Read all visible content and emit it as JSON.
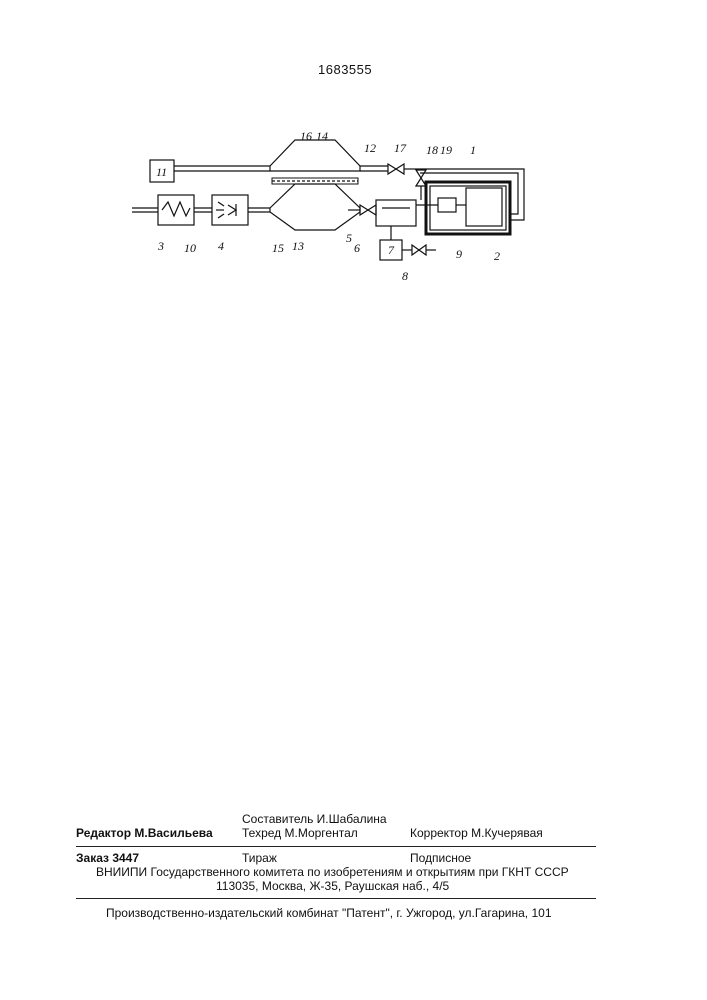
{
  "patent_number": "1683555",
  "diagram_labels": {
    "l1": "1",
    "l2": "2",
    "l3": "3",
    "l4": "4",
    "l5": "5",
    "l6": "6",
    "l7": "7",
    "l8": "8",
    "l9": "9",
    "l10": "10",
    "l11": "11",
    "l12": "12",
    "l13": "13",
    "l14": "14",
    "l15": "15",
    "l16": "16",
    "l17": "17",
    "l18": "18",
    "l19": "19"
  },
  "footer": {
    "composer": "Составитель  И.Шабалина",
    "editor": "Редактор М.Васильева",
    "techred": "Техред М.Моргентал",
    "corrector": "Корректор М.Кучерявая",
    "order": "Заказ  3447",
    "circulation": "Тираж",
    "subscription": "Подписное",
    "institute": "ВНИИПИ Государственного комитета по изобретениям и открытиям при ГКНТ СССР",
    "address": "113035, Москва, Ж-35, Раушская наб., 4/5",
    "publisher": "Производственно-издательский комбинат \"Патент\", г. Ужгород, ул.Гагарина, 101"
  }
}
